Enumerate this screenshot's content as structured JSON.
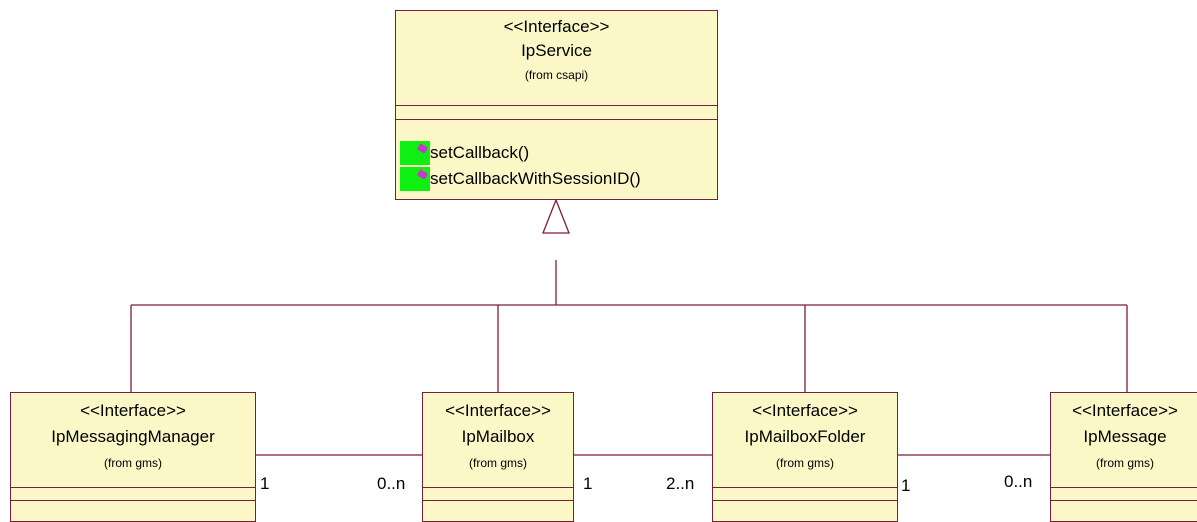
{
  "diagram": {
    "parent": {
      "stereotype": "<<Interface>>",
      "name": "IpService",
      "package": "(from csapi)",
      "operations": [
        "setCallback()",
        "setCallbackWithSessionID()"
      ]
    },
    "children": [
      {
        "stereotype": "<<Interface>>",
        "name": "IpMessagingManager",
        "package": "(from gms)"
      },
      {
        "stereotype": "<<Interface>>",
        "name": "IpMailbox",
        "package": "(from gms)"
      },
      {
        "stereotype": "<<Interface>>",
        "name": "IpMailboxFolder",
        "package": "(from gms)"
      },
      {
        "stereotype": "<<Interface>>",
        "name": "IpMessage",
        "package": "(from gms)"
      }
    ],
    "associations": [
      {
        "from": "IpMessagingManager",
        "to": "IpMailbox",
        "from_mult": "1",
        "to_mult": "0..n"
      },
      {
        "from": "IpMailbox",
        "to": "IpMailboxFolder",
        "from_mult": "1",
        "to_mult": "2..n"
      },
      {
        "from": "IpMailboxFolder",
        "to": "IpMessage",
        "from_mult": "1",
        "to_mult": "0..n"
      }
    ],
    "colors": {
      "box_fill": "#fbf7c7",
      "line": "#7a1f3a",
      "operation_icon": "#10ef12",
      "operation_icon_mark": "#c23bc9"
    }
  }
}
